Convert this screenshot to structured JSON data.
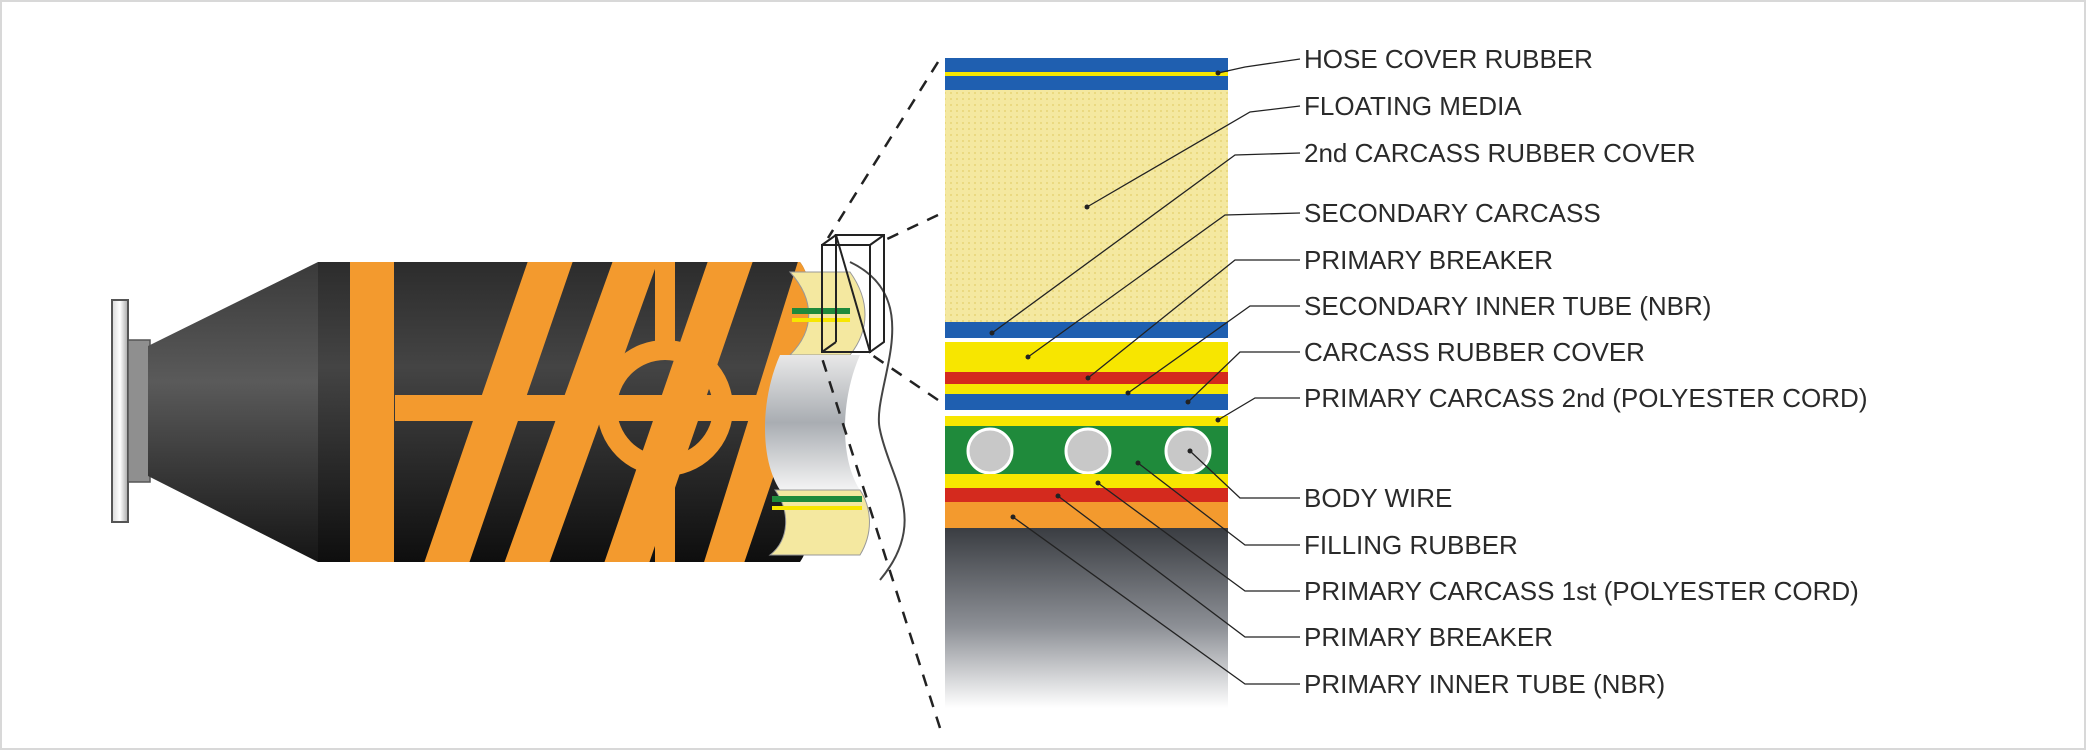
{
  "diagram": {
    "labels": [
      "HOSE COVER RUBBER",
      "FLOATING MEDIA",
      "2nd CARCASS RUBBER COVER",
      "SECONDARY CARCASS",
      "PRIMARY BREAKER",
      "SECONDARY INNER TUBE (NBR)",
      "CARCASS RUBBER COVER",
      "PRIMARY CARCASS 2nd (POLYESTER CORD)",
      "BODY WIRE",
      "FILLING RUBBER",
      "PRIMARY CARCASS 1st (POLYESTER CORD)",
      "PRIMARY BREAKER",
      "PRIMARY INNER TUBE (NBR)"
    ],
    "colors": {
      "hose_body": "#1c1c1c",
      "orange_stripe": "#f39a2e",
      "blue_layer": "#1f5fb0",
      "yellow_layer": "#f7e600",
      "red_layer": "#d42a1e",
      "green_layer": "#1f8a3b",
      "floating_media": "#f4e8a0",
      "wire": "#c8c8c8"
    }
  }
}
